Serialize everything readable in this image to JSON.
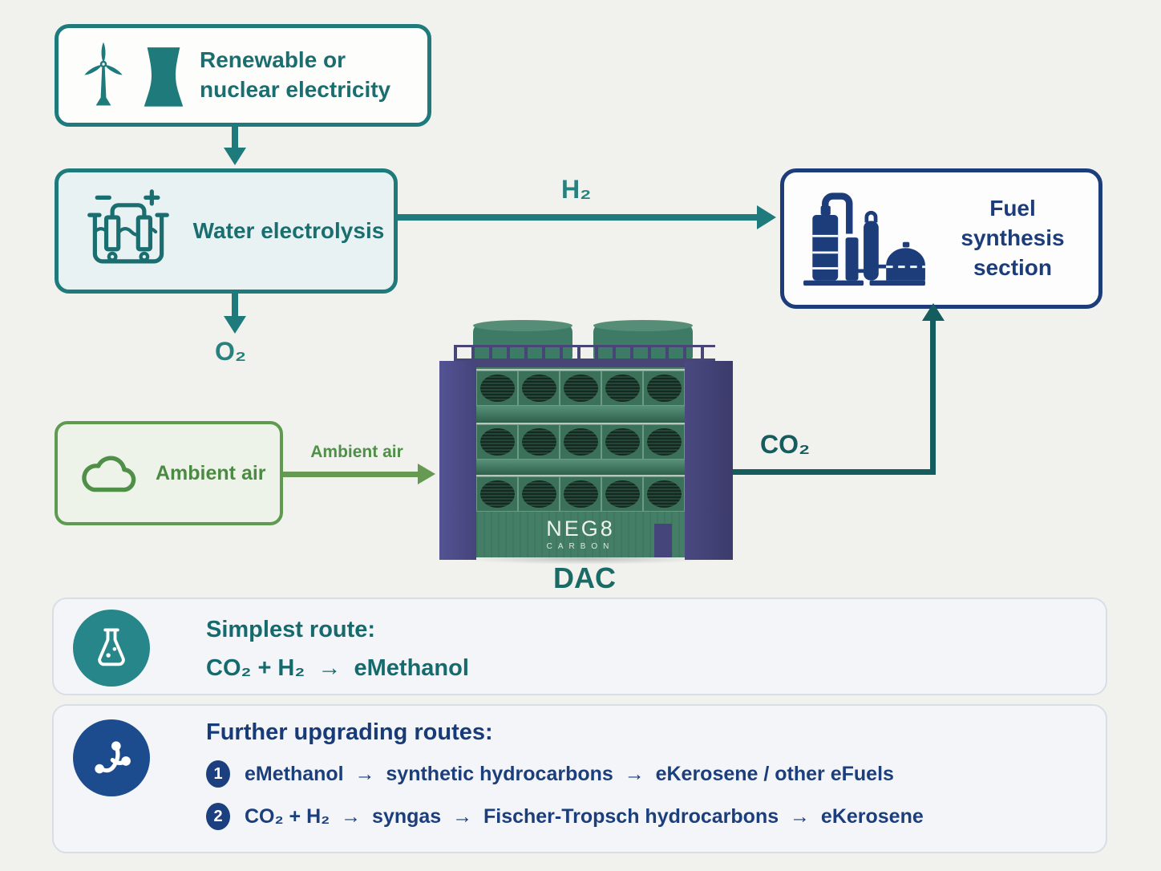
{
  "diagram": {
    "boxes": {
      "renewable": {
        "label": "Renewable or nuclear electricity"
      },
      "electrolysis": {
        "label": "Water electrolysis"
      },
      "fuel_synthesis": {
        "label": "Fuel synthesis section"
      },
      "ambient_air": {
        "label": "Ambient air"
      }
    },
    "flows": {
      "h2": "H₂",
      "o2": "O₂",
      "co2": "CO₂",
      "ambient_air": "Ambient air"
    },
    "dac": {
      "label": "DAC",
      "brand_line1": "NEG8",
      "brand_line2": "CARBON"
    },
    "icons": {
      "renewable": [
        "wind-turbine-icon",
        "cooling-tower-icon"
      ],
      "electrolysis": "electrolysis-cell-icon",
      "fuel_synthesis": "chemical-plant-icon",
      "ambient_air": "cloud-icon",
      "simplest_route": "flask-icon",
      "upgrading_routes": "molecule-icon"
    }
  },
  "panels": {
    "simplest": {
      "title": "Simplest route:",
      "formula": "CO₂ + H₂  →  eMethanol"
    },
    "routes": {
      "title": "Further upgrading routes:",
      "items": [
        {
          "number": "1",
          "text": "eMethanol  →  synthetic hydrocarbons  →  eKerosene / other eFuels"
        },
        {
          "number": "2",
          "text": "CO₂ + H₂  →  syngas  →  Fischer-Tropsch hydrocarbons  →  eKerosene"
        }
      ]
    }
  },
  "colors": {
    "background": "#f1f2ee",
    "teal": "#1f7a7c",
    "dark_teal": "#155c5e",
    "navy": "#1d3d7a",
    "green": "#5e9b50",
    "dac_green": "#447e66",
    "dac_purple": "#4a4980",
    "panel_bg": "#f4f5f8",
    "badge_teal": "#26868a",
    "badge_navy": "#1c4c8e"
  }
}
